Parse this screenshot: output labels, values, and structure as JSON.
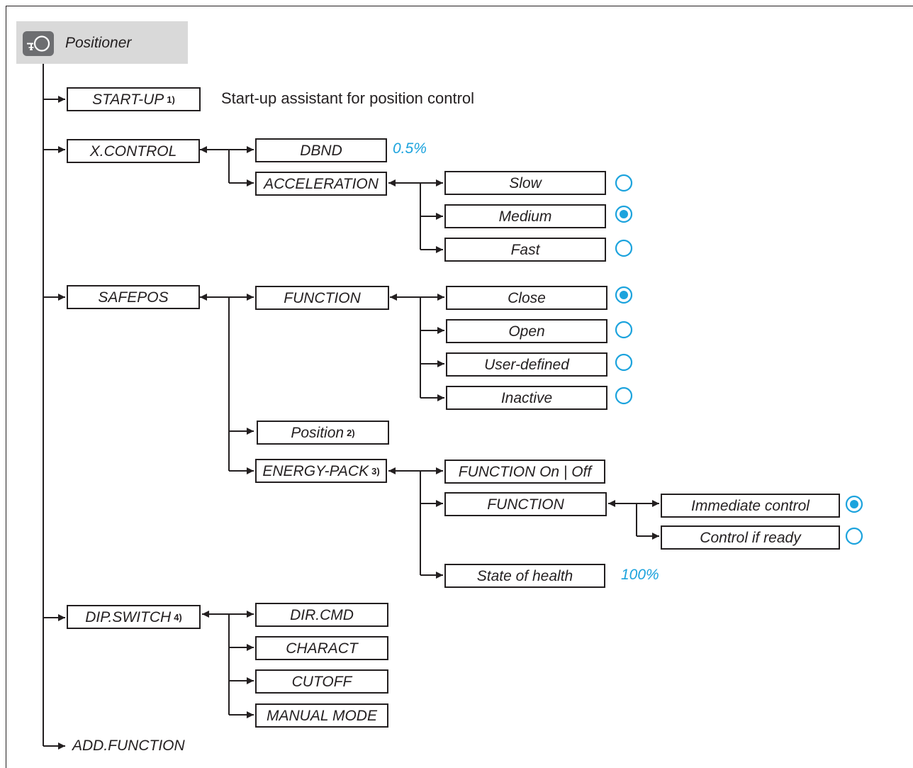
{
  "header": {
    "title": "Positioner",
    "icon": "positioner-icon"
  },
  "tree": {
    "start_up": {
      "label": "START-UP",
      "note": "1)",
      "description": "Start-up assistant for position control"
    },
    "x_control": {
      "label": "X.CONTROL",
      "dbnd": {
        "label": "DBND",
        "value": "0.5%"
      },
      "acceleration": {
        "label": "ACCELERATION",
        "options": [
          {
            "label": "Slow",
            "selected": false
          },
          {
            "label": "Medium",
            "selected": true
          },
          {
            "label": "Fast",
            "selected": false
          }
        ]
      }
    },
    "safepos": {
      "label": "SAFEPOS",
      "function": {
        "label": "FUNCTION",
        "options": [
          {
            "label": "Close",
            "selected": true
          },
          {
            "label": "Open",
            "selected": false
          },
          {
            "label": "User-defined",
            "selected": false
          },
          {
            "label": "Inactive",
            "selected": false
          }
        ]
      },
      "position": {
        "label": "Position",
        "note": "2)"
      },
      "energy_pack": {
        "label": "ENERGY-PACK",
        "note": "3)",
        "function_on_off": "FUNCTION On | Off",
        "function": {
          "label": "FUNCTION",
          "options": [
            {
              "label": "Immediate control",
              "selected": true
            },
            {
              "label": "Control if ready",
              "selected": false
            }
          ]
        },
        "state_of_health": {
          "label": "State of health",
          "value": "100%"
        }
      }
    },
    "dip_switch": {
      "label": "DIP.SWITCH",
      "note": "4)",
      "items": [
        "DIR.CMD",
        "CHARACT",
        "CUTOFF",
        "MANUAL MODE"
      ]
    },
    "add_function": {
      "label": "ADD.FUNCTION"
    }
  },
  "colors": {
    "accent": "#1ca3dd",
    "line": "#231f20",
    "header_bg": "#d9d9d9",
    "icon_bg": "#6d6e71"
  }
}
